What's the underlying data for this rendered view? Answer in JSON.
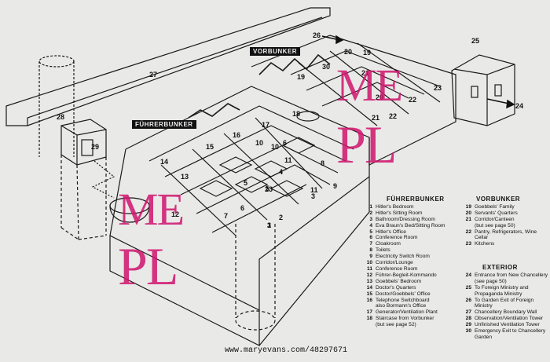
{
  "banners": {
    "vorbunker": "VORBUNKER",
    "fuhrerbunker": "FÜHRERBUNKER"
  },
  "room_numbers": [
    "1",
    "2",
    "3",
    "4",
    "5",
    "6",
    "7",
    "8",
    "9",
    "10",
    "11",
    "12",
    "13",
    "14",
    "15",
    "16",
    "17",
    "18",
    "19",
    "20",
    "21",
    "22",
    "23",
    "24",
    "25",
    "26",
    "27",
    "28",
    "29",
    "30",
    "19",
    "20",
    "21",
    "22",
    "23",
    "5",
    "6",
    "10",
    "11",
    "3"
  ],
  "legend_fuhrer": {
    "heading": "FÜHRERBUNKER",
    "items": [
      {
        "n": "1",
        "t": "Hitler's Bedroom"
      },
      {
        "n": "2",
        "t": "Hitler's Sitting Room"
      },
      {
        "n": "3",
        "t": "Bathroom/Dressing Room"
      },
      {
        "n": "4",
        "t": "Eva Braun's Bed/Sitting Room"
      },
      {
        "n": "5",
        "t": "Hitler's Office"
      },
      {
        "n": "6",
        "t": "Conference Room"
      },
      {
        "n": "7",
        "t": "Cloakroom"
      },
      {
        "n": "8",
        "t": "Toilets"
      },
      {
        "n": "9",
        "t": "Electricity Switch Room"
      },
      {
        "n": "10",
        "t": "Corridor/Lounge"
      },
      {
        "n": "11",
        "t": "Conference Room"
      },
      {
        "n": "12",
        "t": "Führer-Begleit-Kommando"
      },
      {
        "n": "13",
        "t": "Goebbels' Bedroom"
      },
      {
        "n": "14",
        "t": "Doctor's Quarters"
      },
      {
        "n": "15",
        "t": "Doctor/Goebbels' Office"
      },
      {
        "n": "16",
        "t": "Telephone Switchboard"
      },
      {
        "n": "",
        "t": "also Bormann's Office"
      },
      {
        "n": "17",
        "t": "Generator/Ventilation Plant"
      },
      {
        "n": "18",
        "t": "Staircase from Vorbunker"
      },
      {
        "n": "",
        "t": "(but see page 52)"
      }
    ]
  },
  "legend_vor": {
    "heading": "VORBUNKER",
    "items": [
      {
        "n": "19",
        "t": "Goebbels' Family"
      },
      {
        "n": "20",
        "t": "Servants' Quarters"
      },
      {
        "n": "21",
        "t": "Corridor/Canteen"
      },
      {
        "n": "",
        "t": "(but see page 50)"
      },
      {
        "n": "22",
        "t": "Pantry, Refrigerators, Wine"
      },
      {
        "n": "",
        "t": "Cellar"
      },
      {
        "n": "23",
        "t": "Kitchens"
      }
    ]
  },
  "legend_ext": {
    "heading": "EXTERIOR",
    "items": [
      {
        "n": "24",
        "t": "Entrance from New Chancellery"
      },
      {
        "n": "",
        "t": "(see page 50)"
      },
      {
        "n": "25",
        "t": "To Foreign Ministry and"
      },
      {
        "n": "",
        "t": "Propaganda Ministry"
      },
      {
        "n": "26",
        "t": "To Garden Exit of Foreign"
      },
      {
        "n": "",
        "t": "Ministry"
      },
      {
        "n": "27",
        "t": "Chancellery Boundary Wall"
      },
      {
        "n": "28",
        "t": "Observation/Ventilation Tower"
      },
      {
        "n": "29",
        "t": "Unfinished Ventilation Tower"
      },
      {
        "n": "30",
        "t": "Emergency Exit to Chancellery"
      },
      {
        "n": "",
        "t": "Garden"
      }
    ]
  },
  "watermark": {
    "line1": "ME",
    "line2": "PL"
  },
  "credit": "www.maryevans.com/48297671",
  "colors": {
    "watermark": "#d0146e",
    "ink": "#111111",
    "paper": "#e9e9e7"
  }
}
